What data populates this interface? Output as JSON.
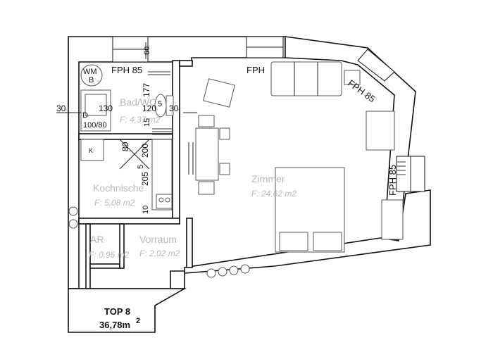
{
  "rooms": {
    "bath": {
      "name": "Bad/WC",
      "area": "F: 4,37 m2"
    },
    "kitchen": {
      "name": "Kochnische",
      "area": "F: 5,08 m2"
    },
    "storage": {
      "name": "AR",
      "area": "F: 0,95 m2"
    },
    "hall": {
      "name": "Vorraum",
      "area": "F: 2,02 m2"
    },
    "living": {
      "name": "Zimmer",
      "area": "F: 24,62 m2"
    }
  },
  "windows": {
    "bath": "FPH 85",
    "top": "FPH",
    "corner": "FPH 85",
    "right": "FPH 85"
  },
  "dimensions": {
    "d60": "60",
    "d177": "177",
    "d30_left": "30",
    "d130": "130",
    "d120": "120",
    "d120_sup": "5",
    "d30_right": "30",
    "d15": "15",
    "d80": "80",
    "d200": "200",
    "d205": "205",
    "d205_sup": "5",
    "d10": "10",
    "shower": "100/80"
  },
  "fixtures": {
    "washer": "WM",
    "washer_sub": "B",
    "shower_d": "D",
    "fridge": "K"
  },
  "unit": {
    "label": "TOP 8",
    "area": "36,78m",
    "area_sup": "2"
  }
}
